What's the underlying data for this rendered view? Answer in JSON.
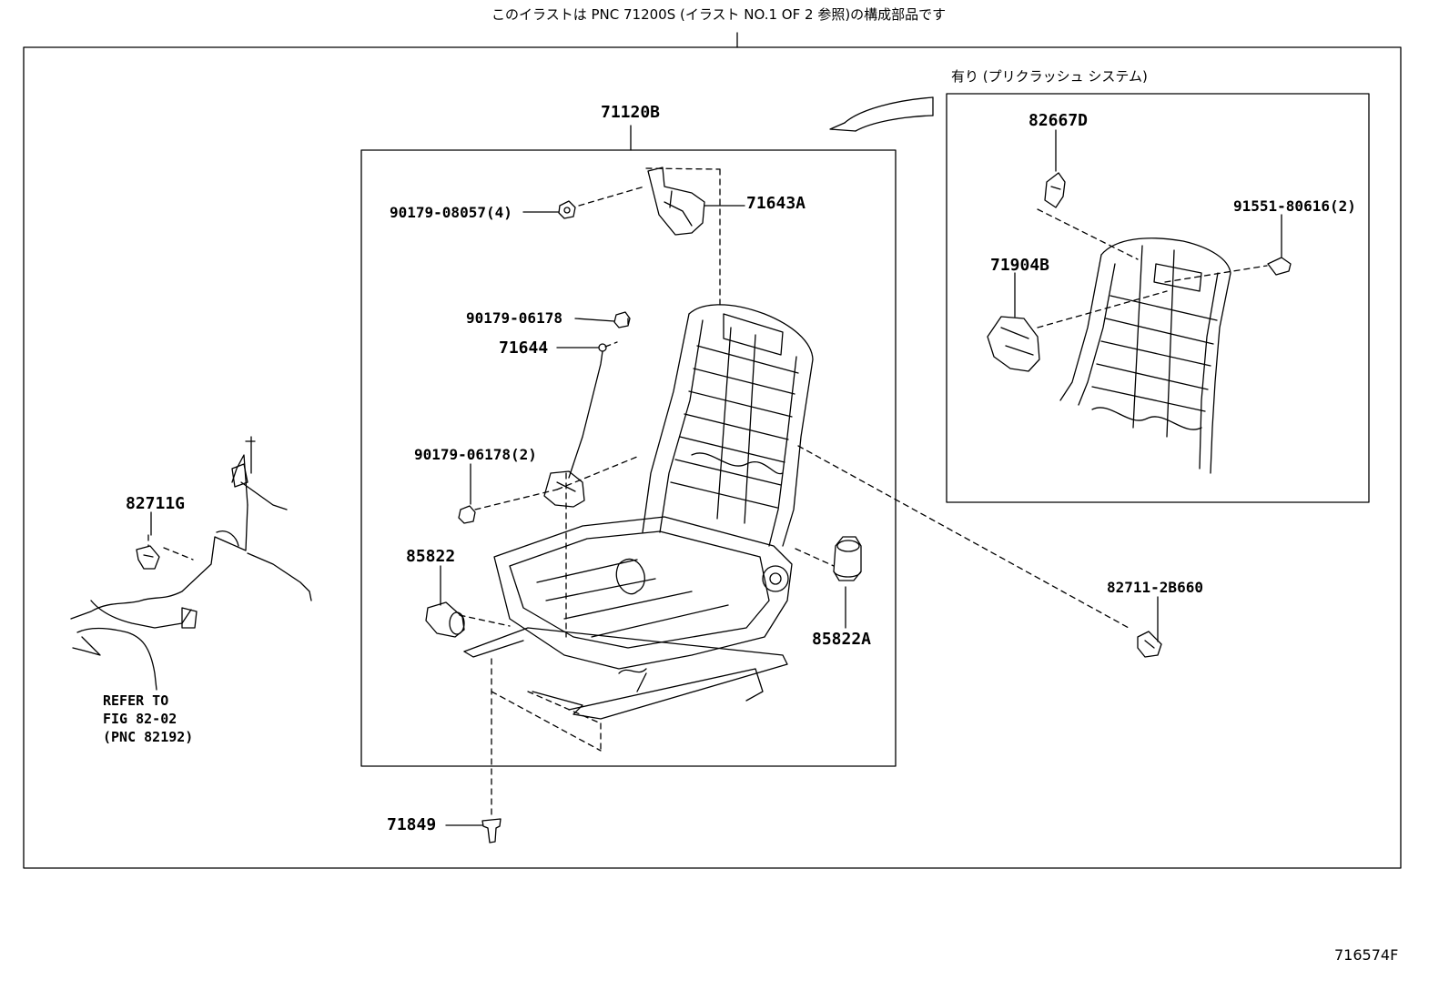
{
  "header_note": "このイラストは PNC 71200S (イラスト NO.1 OF 2 参照)の構成部品です",
  "option_box_title": "有り (プリクラッシュ システム)",
  "parts": {
    "p71120B": "71120B",
    "p71643A": "71643A",
    "p90179_08057": "90179-08057(4)",
    "p90179_06178_a": "90179-06178",
    "p71644": "71644",
    "p90179_06178_b": "90179-06178(2)",
    "p85822": "85822",
    "p85822A": "85822A",
    "p71849": "71849",
    "p82711G": "82711G",
    "p82711_2B660": "82711-2B660",
    "p82667D": "82667D",
    "p91551_80616": "91551-80616(2)",
    "p71904B": "71904B"
  },
  "refer_note": {
    "line1": "REFER TO",
    "line2": "FIG 82-02",
    "line3": "(PNC 82192)"
  },
  "figure_id": "716574F",
  "icons": [
    "seat-frame-icon",
    "harness-icon",
    "motor-icon",
    "bolt-icon",
    "nut-icon",
    "clip-icon",
    "sensor-icon",
    "bracket-icon",
    "arrow-icon"
  ]
}
